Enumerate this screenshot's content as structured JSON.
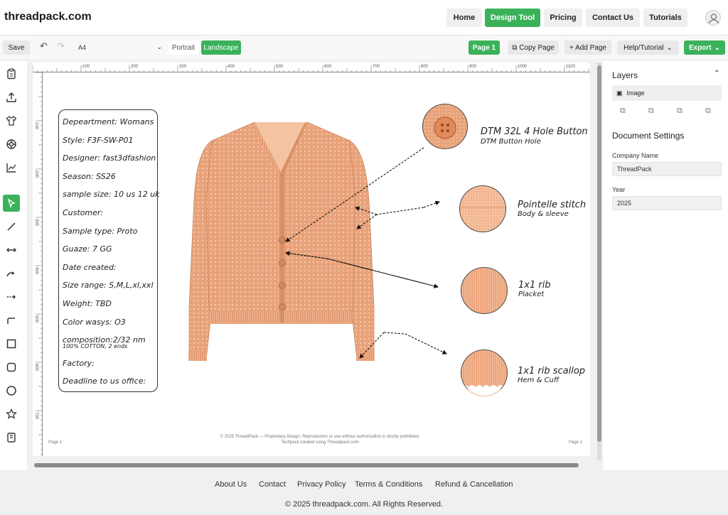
{
  "brand": "threadpack.com",
  "nav": [
    "Home",
    "Design Tool",
    "Pricing",
    "Contact Us",
    "Tutorials"
  ],
  "nav_active": "Design Tool",
  "toolbar": {
    "save": "Save",
    "page_size": "A4",
    "portrait": "Portrait",
    "landscape": "Landscape",
    "page1": "Page 1",
    "copy_page": "Copy Page",
    "add_page": "+ Add Page",
    "help": "Help/Tutorial",
    "export": "Export"
  },
  "ruler_top": [
    "100",
    "200",
    "300",
    "400",
    "500",
    "600",
    "700",
    "800",
    "900",
    "1000",
    "1100"
  ],
  "ruler_left": [
    "100",
    "200",
    "300",
    "400",
    "500",
    "600",
    "700"
  ],
  "spec": {
    "lines": [
      "Depeartment: Womans",
      "Style: F3F-SW-P01",
      "Designer: fast3dfashion",
      "Season: SS26",
      "sample size: 10 us 12 uk",
      "Customer:",
      "Sample type: Proto",
      "Guaze: 7 GG",
      "Date created:",
      "Size range: S,M,L,xl,xxl",
      "Weight: TBD",
      "Color wasys: O3",
      "composition:2/32 nm"
    ],
    "composition_sub": "100% COTTON, 2 ends",
    "factory": "Factory:",
    "deadline": "Deadline to us office:"
  },
  "callouts": [
    {
      "title": "DTM 32L 4 Hole Button",
      "sub": "DTM Button Hole"
    },
    {
      "title": "Pointelle stitch",
      "sub": "Body & sleeve"
    },
    {
      "title": "1x1 rib",
      "sub": "Placket"
    },
    {
      "title": "1x1 rib scallop",
      "sub": "Hem & Cuff"
    }
  ],
  "page_footer": {
    "notice": "© 2025 ThreadPack — Proprietary Design. Reproduction or use without authorization is strictly prohibited.",
    "credit": "Techpack created using Threadpack.com",
    "left_label": "Page 1",
    "right_label": "Page 1"
  },
  "right_panel": {
    "layers_title": "Layers",
    "layer_item": "Image",
    "doc_settings": "Document Settings",
    "company_label": "Company Name",
    "company_value": "ThreadPack",
    "year_label": "Year",
    "year_value": "2025"
  },
  "footer": {
    "links": [
      "About Us",
      "Contact",
      "Privacy Policy",
      "Terms & Conditions",
      "Refund & Cancellation"
    ],
    "copyright": "© 2025 threadpack.com. All Rights Reserved."
  },
  "colors": {
    "accent": "#3bb25a",
    "garment": "#e9a57c",
    "swatch": "#f0b48c"
  },
  "icons": [
    "clipboard-icon",
    "upload-icon",
    "shirt-icon",
    "target-icon",
    "chart-icon",
    "select-arrow-icon",
    "line-icon",
    "double-arrow-icon",
    "curve-arrow-icon",
    "dash-arrow-icon",
    "elbow-line-icon",
    "rect-icon",
    "rounded-rect-icon",
    "circle-icon",
    "star-icon",
    "note-icon"
  ]
}
